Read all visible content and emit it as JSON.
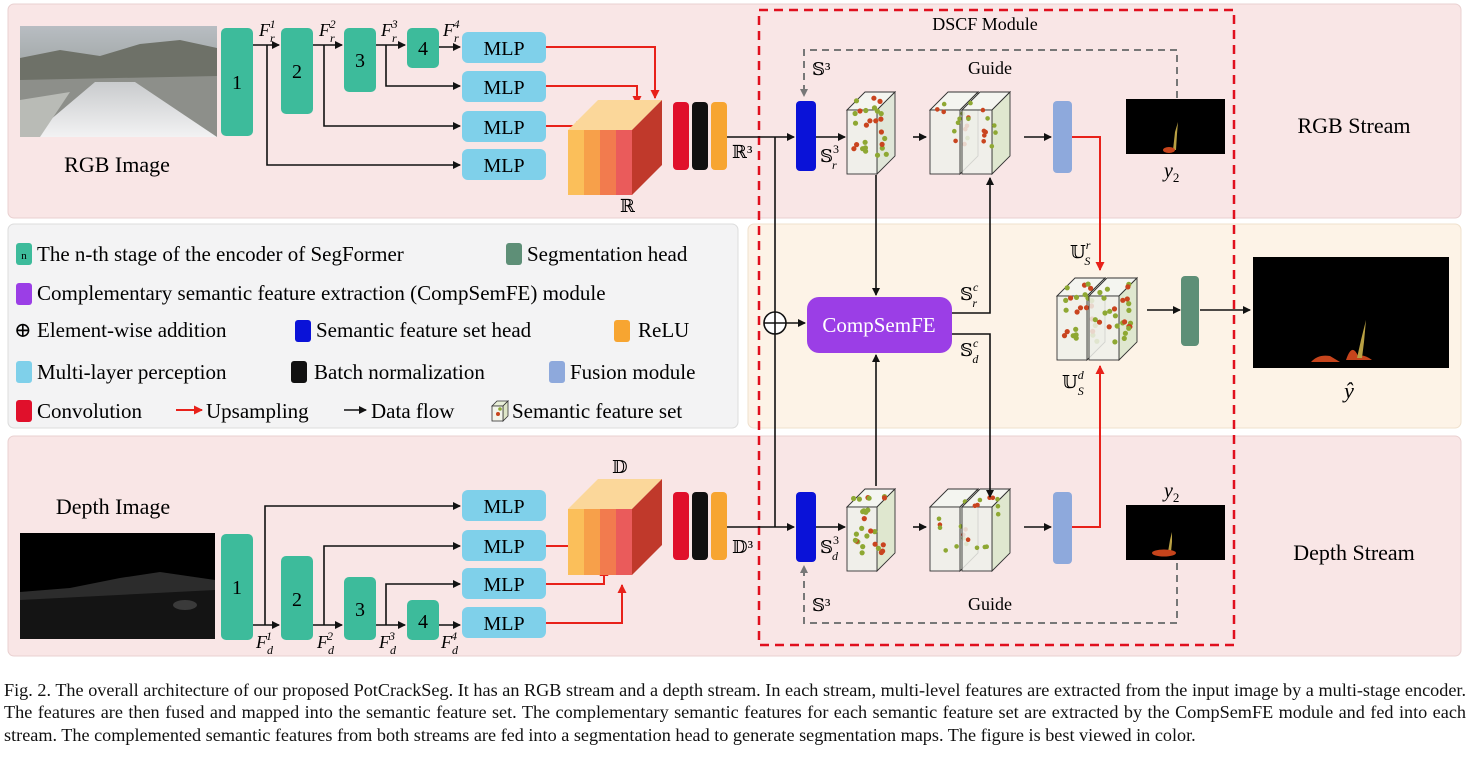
{
  "labels": {
    "rgb_image": "RGB Image",
    "depth_image": "Depth Image",
    "rgb_stream": "RGB Stream",
    "depth_stream": "Depth Stream",
    "dscf_module": "DSCF Module",
    "guide": "Guide",
    "mlp": "MLP",
    "compsemfe": "CompSemFE",
    "stage_numbers": [
      "1",
      "2",
      "3",
      "4"
    ],
    "features_r": [
      "F",
      "r",
      "1",
      "2",
      "3",
      "4"
    ],
    "features_d": [
      "F",
      "d"
    ],
    "set_R": "ℝ",
    "set_D": "𝔻",
    "set_R3": "ℝ³",
    "set_D3": "𝔻³",
    "s3": "𝕊³",
    "s_r3_base": "𝕊",
    "s_r3_sup": "3",
    "s_r3_sub": "r",
    "s_d3_sub": "d",
    "s_rc_sup": "c",
    "u_s_r_base": "𝕌",
    "u_sup_r": "r",
    "u_sup_d": "d",
    "u_sub": "S",
    "u_s_d_base": "𝕌",
    "y2": "y",
    "y2_sub": "2",
    "y_hat": "ŷ"
  },
  "legend": {
    "n_icon": "n",
    "stage": "The n-th stage of the encoder of SegFormer",
    "seg_head": "Segmentation head",
    "compsemfe": "Complementary semantic feature extraction (CompSemFE) module",
    "add_symbol": "⊕",
    "add": "Element-wise addition",
    "sem_head": "Semantic feature set head",
    "relu": "ReLU",
    "mlp": "Multi-layer perception",
    "bn": "Batch normalization",
    "fusion": "Fusion module",
    "conv": "Convolution",
    "upsampling": "Upsampling",
    "dataflow": "Data flow",
    "semset": "Semantic feature set"
  },
  "colors": {
    "stream_bg": "#f9e6e6",
    "mid_bg": "#fdf3e7",
    "encoder": "#3dbb9b",
    "mlp": "#7fd0ea",
    "conv": "#e0102b",
    "bn": "#111111",
    "relu": "#f7a531",
    "sem_head": "#0a12d8",
    "fusion": "#8ea9dc",
    "seg_head": "#5e8f77",
    "compsemfe": "#9b3ee6",
    "upsample_arrow": "#e8211a",
    "dscf_border": "#e0101e"
  },
  "caption": "Fig. 2.  The overall architecture of our proposed PotCrackSeg. It has an RGB stream and a depth stream. In each stream, multi-level features are extracted from the input image by a multi-stage encoder. The features are then fused and mapped into the semantic feature set. The complementary semantic features for each semantic feature set are extracted by the CompSemFE module and fed into each stream. The complemented semantic features from both streams are fed into a segmentation head to generate segmentation maps. The figure is best viewed in color."
}
